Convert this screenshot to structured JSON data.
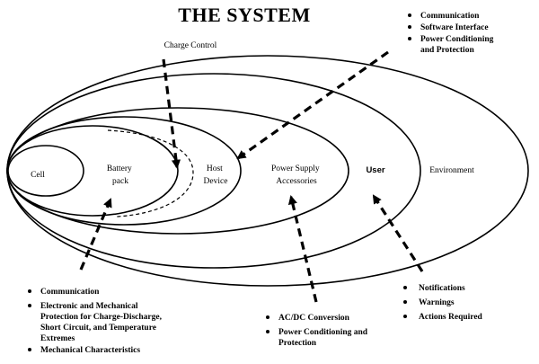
{
  "title": "THE SYSTEM",
  "layers": {
    "cell": "Cell",
    "battery_pack": [
      "Battery",
      "pack"
    ],
    "host_device": [
      "Host",
      "Device"
    ],
    "power_supply": [
      "Power Supply",
      "Accessories"
    ],
    "user": "User",
    "environment": "Environment"
  },
  "charge_control": "Charge Control",
  "top_right_list": [
    [
      "Communication"
    ],
    [
      "Software Interface"
    ],
    [
      "Power Conditioning",
      "and Protection"
    ]
  ],
  "bottom_left_list": [
    [
      "Communication"
    ],
    [
      "Electronic and Mechanical",
      "Protection for Charge-Discharge,",
      "Short Circuit, and Temperature",
      "Extremes"
    ],
    [
      "Mechanical Characteristics"
    ]
  ],
  "bottom_mid_list": [
    [
      "AC/DC Conversion"
    ],
    [
      "Power Conditioning and",
      "Protection"
    ]
  ],
  "bottom_right_list": [
    [
      "Notifications"
    ],
    [
      "Warnings"
    ],
    [
      "Actions Required"
    ]
  ]
}
